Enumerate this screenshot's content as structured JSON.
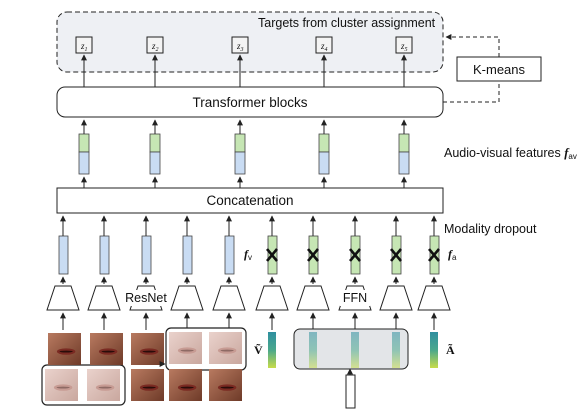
{
  "header": {
    "targets_label": "Targets from cluster assignment"
  },
  "targets": [
    {
      "base": "z",
      "sub": "1"
    },
    {
      "base": "z",
      "sub": "2"
    },
    {
      "base": "z",
      "sub": "3"
    },
    {
      "base": "z",
      "sub": "4"
    },
    {
      "base": "z",
      "sub": "5"
    }
  ],
  "kmeans_label": "K-means",
  "transformer_label": "Transformer blocks",
  "concat_label": "Concatenation",
  "av_features": {
    "text": "Audio-visual features ",
    "sym": "f",
    "sub": "av"
  },
  "modality_dropout_label": "Modality dropout",
  "video_feature": {
    "sym": "f",
    "sub": "v"
  },
  "audio_feature": {
    "sym": "f",
    "sub": "a"
  },
  "resnet_label": "ResNet",
  "ffn_label": "FFN",
  "video_input_label": "Ṽ",
  "audio_input_label": "Ã",
  "colors": {
    "green_feature": "#c6e6b4",
    "blue_feature": "#c9dcf3",
    "stroke": "#222222",
    "dashed_box_fill": "#eef0f4"
  }
}
